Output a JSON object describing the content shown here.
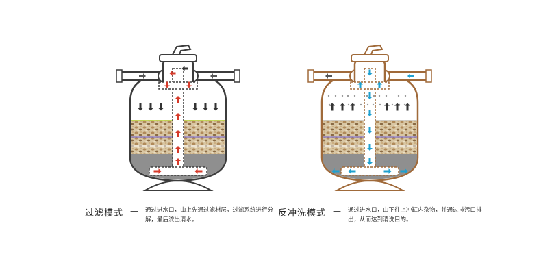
{
  "modes": [
    {
      "title": "过滤模式",
      "dash": "—",
      "description": "通过进水口，由上先通过滤材层，过滤系统进行分解，最后流出清水。",
      "colors": {
        "arrow": "#d63a2a",
        "down_arrow": "#333333",
        "outline": "#3c3c3c"
      }
    },
    {
      "title": "反冲洗模式",
      "dash": "—",
      "description": "通过进水口，由下往上冲缸内杂物，并通过排污口排出，从而达到清洗目的。",
      "colors": {
        "arrow": "#1fa0cf",
        "down_arrow": "#333333",
        "outline": "#a06a3a"
      }
    }
  ]
}
